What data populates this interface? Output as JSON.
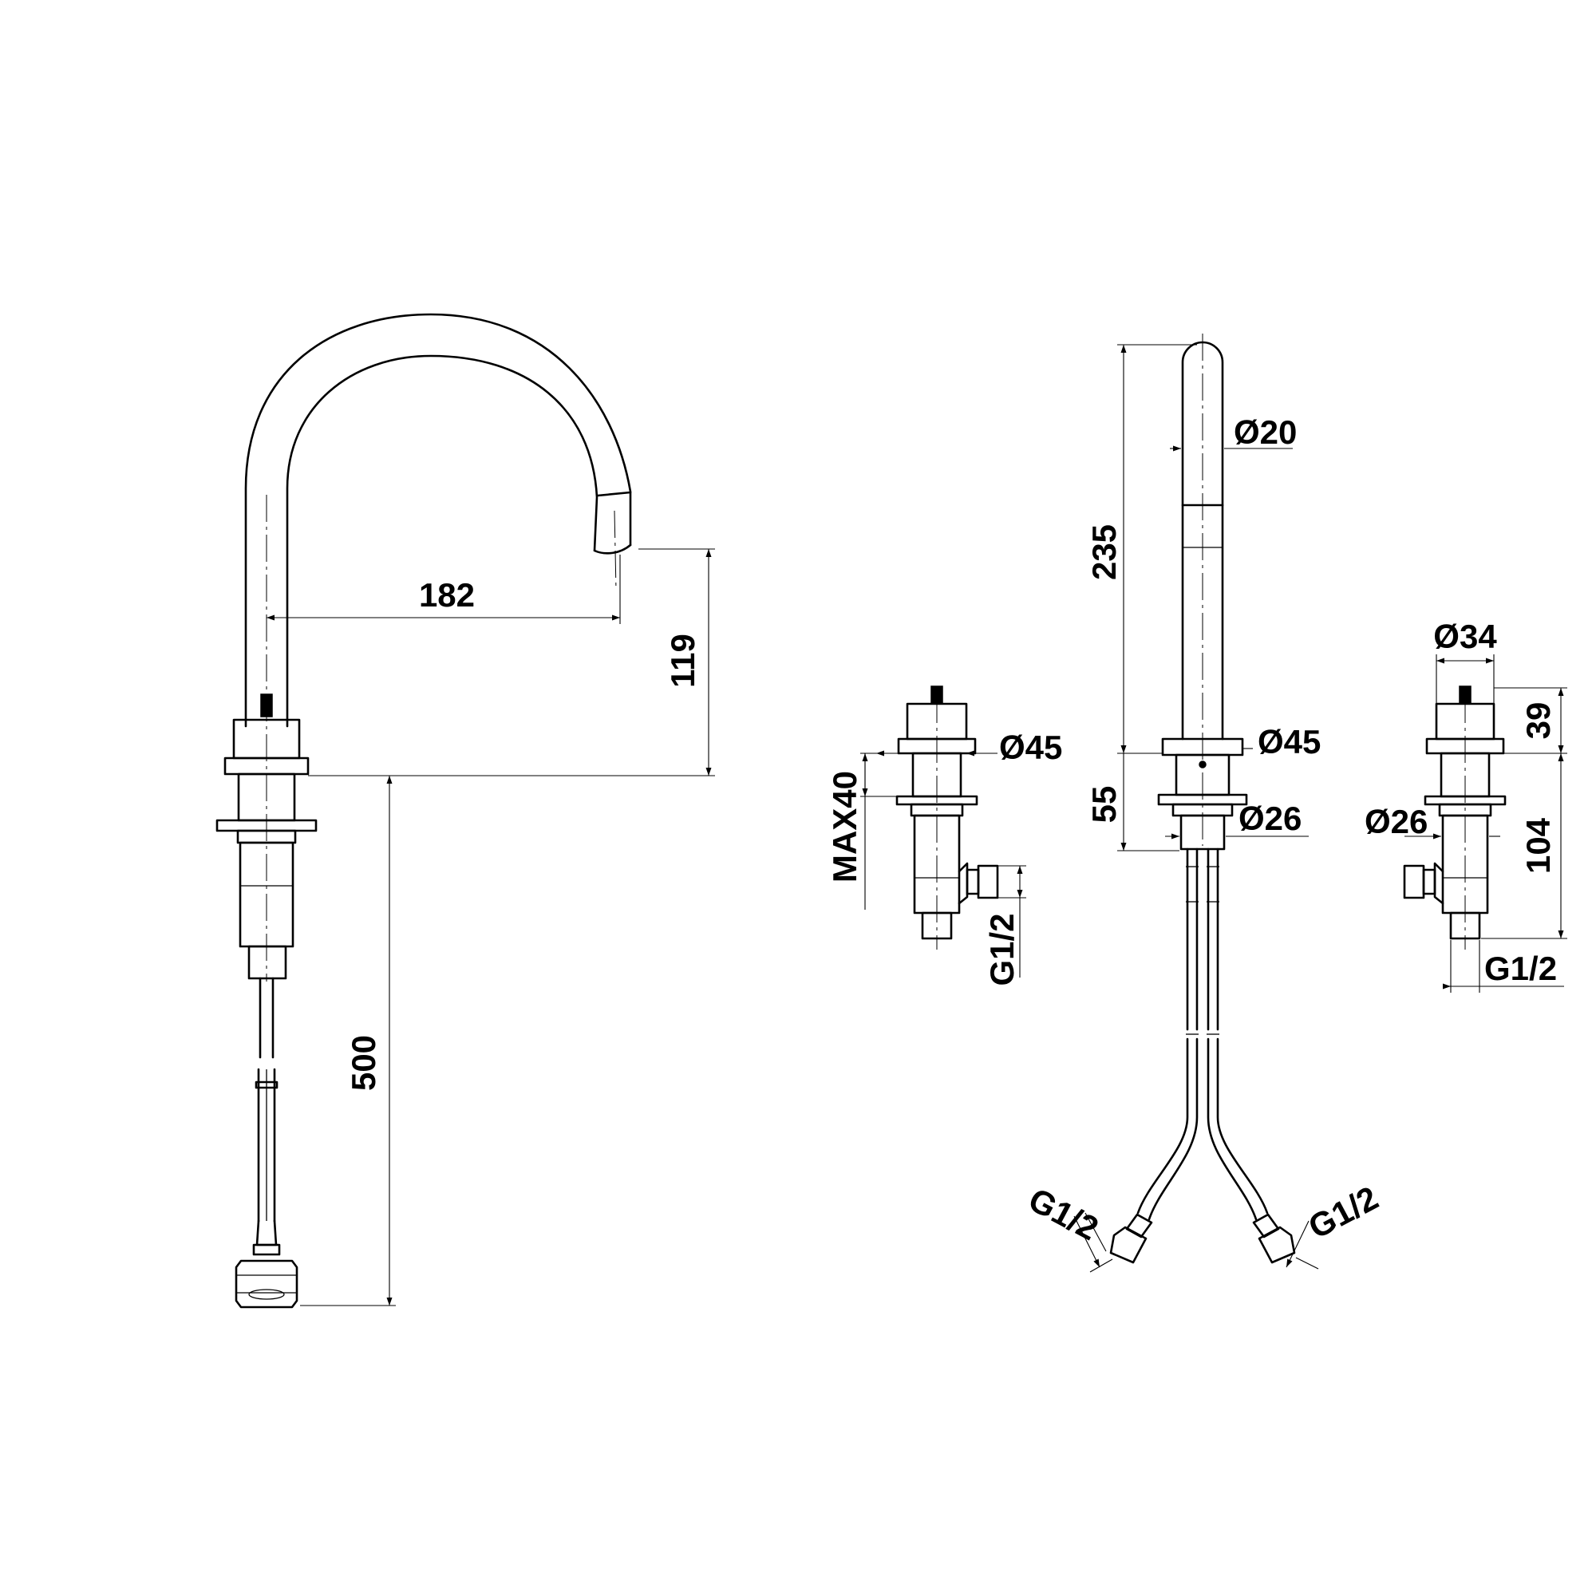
{
  "dimensions": {
    "spout_reach": "182",
    "spout_height": "119",
    "hose_length": "500",
    "spout_tube_diameter": "Ø20",
    "spout_length": "235",
    "body_flange_diameter": "Ø45",
    "body_thread_diameter": "Ø26",
    "deck_thickness_spout": "55",
    "left_valve_flange_diameter": "Ø45",
    "left_valve_max_deck": "MAX40",
    "left_valve_connection": "G1/2",
    "right_valve_handle_diameter": "Ø34",
    "right_valve_handle_height": "39",
    "right_valve_body_height": "104",
    "right_valve_thread_diameter": "Ø26",
    "right_valve_connection": "G1/2",
    "hose_connection_left": "G1/2",
    "hose_connection_right": "G1/2"
  }
}
